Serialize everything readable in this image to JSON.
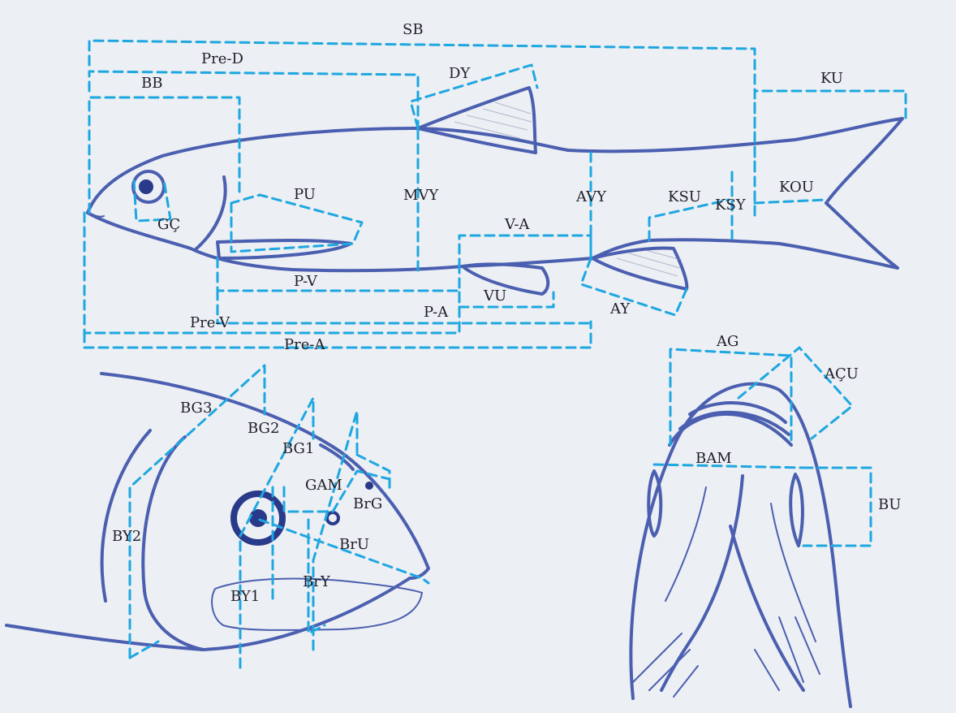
{
  "colors": {
    "paper": "#eceff3",
    "ink": "#4b5fb0",
    "measure": "#1ea7e1",
    "text": "#1e1e2a"
  },
  "labels": {
    "SB": "SB",
    "PreD": "Pre-D",
    "BB": "BB",
    "DY": "DY",
    "KU": "KU",
    "GC": "GÇ",
    "PU": "PU",
    "MVY": "MVY",
    "AVY": "AVY",
    "KSU": "KSU",
    "KSY": "KSY",
    "KOU": "KOU",
    "VA": "V-A",
    "PV": "P-V",
    "VU": "VU",
    "PA": "P-A",
    "AY": "AY",
    "PreV": "Pre-V",
    "PreA": "Pre-A",
    "BG3": "BG3",
    "BG2": "BG2",
    "BG1": "BG1",
    "GAM": "GAM",
    "BrG": "BrG",
    "BrU": "BrU",
    "BY2": "BY2",
    "BY1": "BY1",
    "BrY": "BrY",
    "AG": "AG",
    "ACU": "AÇU",
    "BAM": "BAM",
    "BU": "BU"
  }
}
